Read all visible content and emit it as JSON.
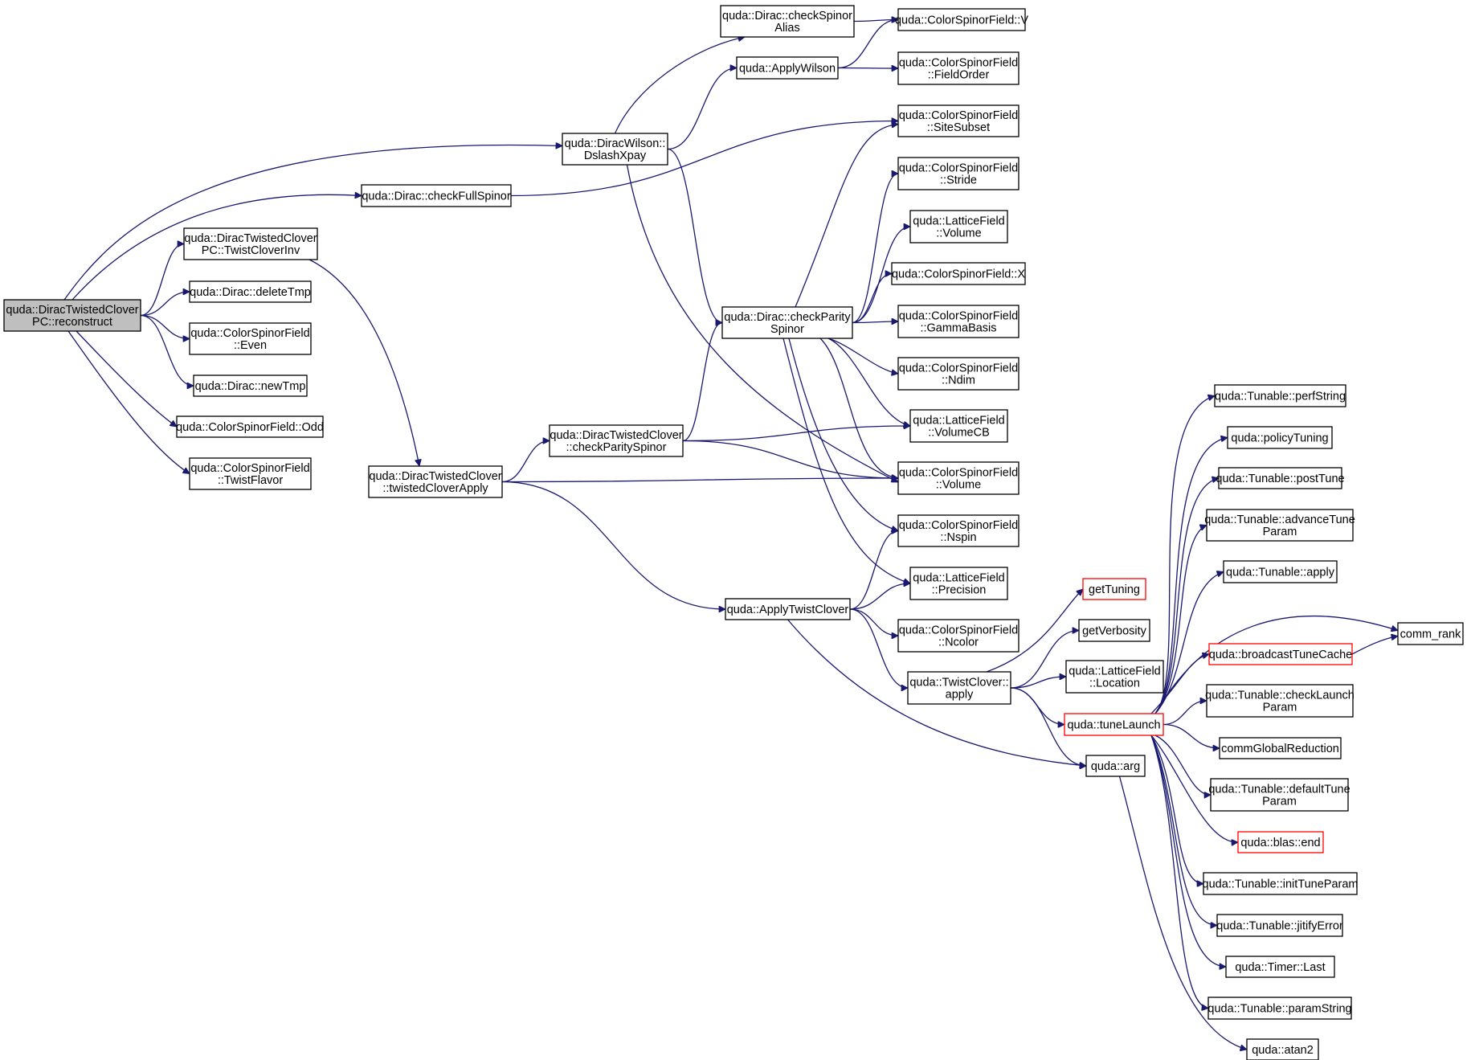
{
  "graph": {
    "nodes": [
      {
        "id": "reconstruct",
        "lines": [
          "quda::DiracTwistedClover",
          "PC::reconstruct"
        ],
        "style": "root"
      },
      {
        "id": "twistCloverInv",
        "lines": [
          "quda::DiracTwistedClover",
          "PC::TwistCloverInv"
        ]
      },
      {
        "id": "deleteTmp",
        "lines": [
          "quda::Dirac::deleteTmp"
        ]
      },
      {
        "id": "even",
        "lines": [
          "quda::ColorSpinorField",
          "::Even"
        ]
      },
      {
        "id": "newTmp",
        "lines": [
          "quda::Dirac::newTmp"
        ]
      },
      {
        "id": "odd",
        "lines": [
          "quda::ColorSpinorField::Odd"
        ]
      },
      {
        "id": "twistFlavor",
        "lines": [
          "quda::ColorSpinorField",
          "::TwistFlavor"
        ]
      },
      {
        "id": "checkFullSpinor",
        "lines": [
          "quda::Dirac::checkFullSpinor"
        ]
      },
      {
        "id": "dslashXpay",
        "lines": [
          "quda::DiracWilson::",
          "DslashXpay"
        ]
      },
      {
        "id": "twistedCloverApply",
        "lines": [
          "quda::DiracTwistedClover",
          "::twistedCloverApply"
        ]
      },
      {
        "id": "dtcCheckParitySpinor",
        "lines": [
          "quda::DiracTwistedClover",
          "::checkParitySpinor"
        ]
      },
      {
        "id": "checkSpinorAlias",
        "lines": [
          "quda::Dirac::checkSpinor",
          "Alias"
        ]
      },
      {
        "id": "applyWilson",
        "lines": [
          "quda::ApplyWilson"
        ]
      },
      {
        "id": "checkParitySpinor",
        "lines": [
          "quda::Dirac::checkParity",
          "Spinor"
        ]
      },
      {
        "id": "applyTwistClover",
        "lines": [
          "quda::ApplyTwistClover"
        ]
      },
      {
        "id": "csfV",
        "lines": [
          "quda::ColorSpinorField::V"
        ]
      },
      {
        "id": "fieldOrder",
        "lines": [
          "quda::ColorSpinorField",
          "::FieldOrder"
        ]
      },
      {
        "id": "siteSubset",
        "lines": [
          "quda::ColorSpinorField",
          "::SiteSubset"
        ]
      },
      {
        "id": "stride",
        "lines": [
          "quda::ColorSpinorField",
          "::Stride"
        ]
      },
      {
        "id": "lfVolume",
        "lines": [
          "quda::LatticeField",
          "::Volume"
        ]
      },
      {
        "id": "csfX",
        "lines": [
          "quda::ColorSpinorField::X"
        ]
      },
      {
        "id": "gammaBasis",
        "lines": [
          "quda::ColorSpinorField",
          "::GammaBasis"
        ]
      },
      {
        "id": "ndim",
        "lines": [
          "quda::ColorSpinorField",
          "::Ndim"
        ]
      },
      {
        "id": "volumeCB",
        "lines": [
          "quda::LatticeField",
          "::VolumeCB"
        ]
      },
      {
        "id": "csfVolume",
        "lines": [
          "quda::ColorSpinorField",
          "::Volume"
        ]
      },
      {
        "id": "nspin",
        "lines": [
          "quda::ColorSpinorField",
          "::Nspin"
        ]
      },
      {
        "id": "precision",
        "lines": [
          "quda::LatticeField",
          "::Precision"
        ]
      },
      {
        "id": "ncolor",
        "lines": [
          "quda::ColorSpinorField",
          "::Ncolor"
        ]
      },
      {
        "id": "twistCloverApply",
        "lines": [
          "quda::TwistClover::",
          "apply"
        ]
      },
      {
        "id": "getTuning",
        "lines": [
          "getTuning"
        ],
        "style": "trunc"
      },
      {
        "id": "getVerbosity",
        "lines": [
          "getVerbosity"
        ]
      },
      {
        "id": "location",
        "lines": [
          "quda::LatticeField",
          "::Location"
        ]
      },
      {
        "id": "tuneLaunch",
        "lines": [
          "quda::tuneLaunch"
        ],
        "style": "trunc"
      },
      {
        "id": "arg",
        "lines": [
          "quda::arg"
        ]
      },
      {
        "id": "perfString",
        "lines": [
          "quda::Tunable::perfString"
        ]
      },
      {
        "id": "policyTuning",
        "lines": [
          "quda::policyTuning"
        ]
      },
      {
        "id": "postTune",
        "lines": [
          "quda::Tunable::postTune"
        ]
      },
      {
        "id": "advanceTuneParam",
        "lines": [
          "quda::Tunable::advanceTune",
          "Param"
        ]
      },
      {
        "id": "tunableApply",
        "lines": [
          "quda::Tunable::apply"
        ]
      },
      {
        "id": "broadcastTuneCache",
        "lines": [
          "quda::broadcastTuneCache"
        ],
        "style": "trunc"
      },
      {
        "id": "checkLaunchParam",
        "lines": [
          "quda::Tunable::checkLaunch",
          "Param"
        ]
      },
      {
        "id": "commGlobalReduction",
        "lines": [
          "commGlobalReduction"
        ]
      },
      {
        "id": "defaultTuneParam",
        "lines": [
          "quda::Tunable::defaultTune",
          "Param"
        ]
      },
      {
        "id": "blasEnd",
        "lines": [
          "quda::blas::end"
        ],
        "style": "trunc"
      },
      {
        "id": "initTuneParam",
        "lines": [
          "quda::Tunable::initTuneParam"
        ]
      },
      {
        "id": "jitifyError",
        "lines": [
          "quda::Tunable::jitifyError"
        ]
      },
      {
        "id": "timerLast",
        "lines": [
          "quda::Timer::Last"
        ]
      },
      {
        "id": "paramString",
        "lines": [
          "quda::Tunable::paramString"
        ]
      },
      {
        "id": "commRank",
        "lines": [
          "comm_rank"
        ]
      },
      {
        "id": "atan2",
        "lines": [
          "quda::atan2"
        ]
      }
    ],
    "edges": [
      [
        "reconstruct",
        "dslashXpay"
      ],
      [
        "reconstruct",
        "checkFullSpinor"
      ],
      [
        "reconstruct",
        "twistCloverInv"
      ],
      [
        "reconstruct",
        "deleteTmp"
      ],
      [
        "reconstruct",
        "even"
      ],
      [
        "reconstruct",
        "newTmp"
      ],
      [
        "reconstruct",
        "odd"
      ],
      [
        "reconstruct",
        "twistFlavor"
      ],
      [
        "checkFullSpinor",
        "siteSubset"
      ],
      [
        "twistCloverInv",
        "twistedCloverApply"
      ],
      [
        "dslashXpay",
        "checkSpinorAlias"
      ],
      [
        "dslashXpay",
        "applyWilson"
      ],
      [
        "dslashXpay",
        "checkParitySpinor"
      ],
      [
        "dslashXpay",
        "csfVolume"
      ],
      [
        "checkSpinorAlias",
        "csfV"
      ],
      [
        "applyWilson",
        "csfV"
      ],
      [
        "applyWilson",
        "fieldOrder"
      ],
      [
        "twistedCloverApply",
        "dtcCheckParitySpinor"
      ],
      [
        "twistedCloverApply",
        "csfVolume"
      ],
      [
        "twistedCloverApply",
        "applyTwistClover"
      ],
      [
        "dtcCheckParitySpinor",
        "checkParitySpinor"
      ],
      [
        "dtcCheckParitySpinor",
        "volumeCB"
      ],
      [
        "dtcCheckParitySpinor",
        "csfVolume"
      ],
      [
        "checkParitySpinor",
        "siteSubset"
      ],
      [
        "checkParitySpinor",
        "stride"
      ],
      [
        "checkParitySpinor",
        "lfVolume"
      ],
      [
        "checkParitySpinor",
        "csfX"
      ],
      [
        "checkParitySpinor",
        "gammaBasis"
      ],
      [
        "checkParitySpinor",
        "ndim"
      ],
      [
        "checkParitySpinor",
        "volumeCB"
      ],
      [
        "checkParitySpinor",
        "csfVolume"
      ],
      [
        "checkParitySpinor",
        "nspin"
      ],
      [
        "checkParitySpinor",
        "precision"
      ],
      [
        "applyTwistClover",
        "nspin"
      ],
      [
        "applyTwistClover",
        "precision"
      ],
      [
        "applyTwistClover",
        "ncolor"
      ],
      [
        "applyTwistClover",
        "twistCloverApply"
      ],
      [
        "applyTwistClover",
        "arg"
      ],
      [
        "twistCloverApply",
        "getTuning"
      ],
      [
        "twistCloverApply",
        "getVerbosity"
      ],
      [
        "twistCloverApply",
        "location"
      ],
      [
        "twistCloverApply",
        "tuneLaunch"
      ],
      [
        "twistCloverApply",
        "arg"
      ],
      [
        "tuneLaunch",
        "perfString"
      ],
      [
        "tuneLaunch",
        "policyTuning"
      ],
      [
        "tuneLaunch",
        "postTune"
      ],
      [
        "tuneLaunch",
        "advanceTuneParam"
      ],
      [
        "tuneLaunch",
        "tunableApply"
      ],
      [
        "tuneLaunch",
        "commRank"
      ],
      [
        "tuneLaunch",
        "broadcastTuneCache"
      ],
      [
        "tuneLaunch",
        "checkLaunchParam"
      ],
      [
        "tuneLaunch",
        "commGlobalReduction"
      ],
      [
        "tuneLaunch",
        "defaultTuneParam"
      ],
      [
        "tuneLaunch",
        "blasEnd"
      ],
      [
        "tuneLaunch",
        "initTuneParam"
      ],
      [
        "tuneLaunch",
        "jitifyError"
      ],
      [
        "tuneLaunch",
        "timerLast"
      ],
      [
        "tuneLaunch",
        "paramString"
      ],
      [
        "broadcastTuneCache",
        "commRank"
      ],
      [
        "arg",
        "atan2"
      ]
    ]
  },
  "colors": {
    "edge": "#191970",
    "root_fill": "#bfbfbf",
    "node_border": "#000000",
    "truncated_border": "#ff0000"
  }
}
